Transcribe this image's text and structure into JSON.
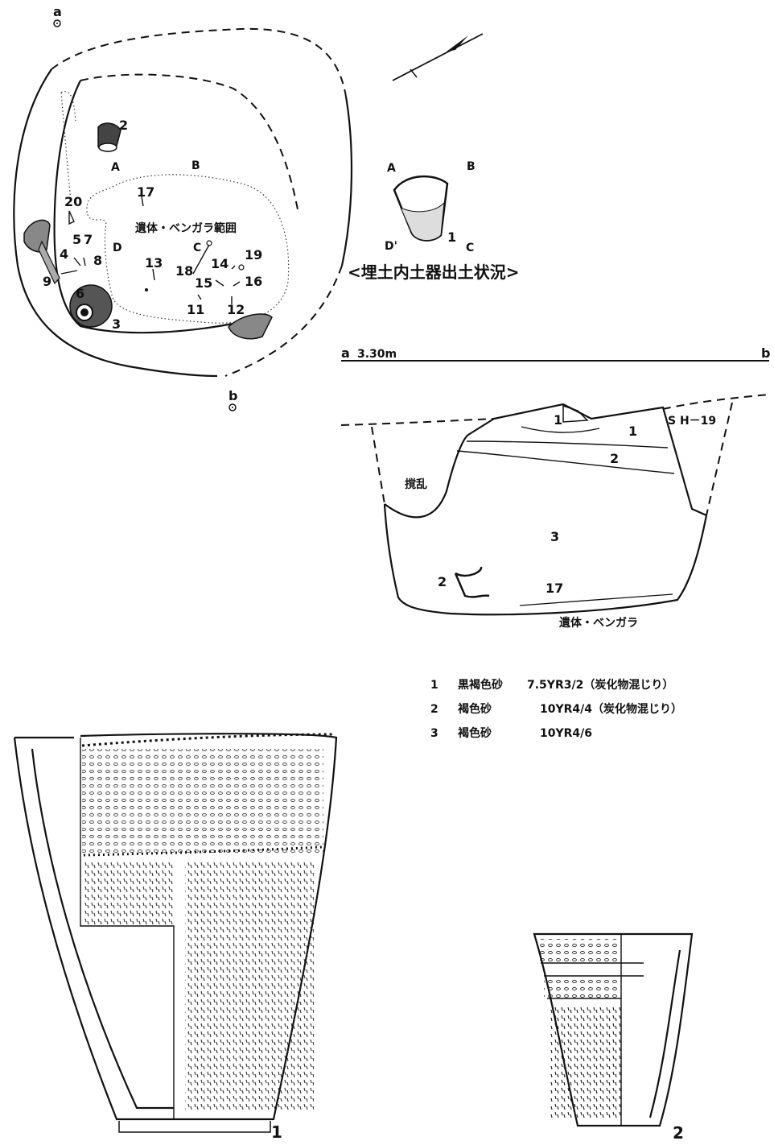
{
  "plan": {
    "point_a": "a",
    "point_b": "b",
    "section_marks": [
      "A",
      "B",
      "C",
      "D"
    ],
    "area_label": "遺体・ベンガラ範囲",
    "artifact_numbers": [
      "2",
      "3",
      "4",
      "5",
      "6",
      "7",
      "8",
      "9",
      "11",
      "12",
      "13",
      "14",
      "15",
      "16",
      "17",
      "18",
      "19",
      "20"
    ]
  },
  "inset": {
    "section_marks": [
      "A",
      "B",
      "C",
      "D'"
    ],
    "item_number": "1",
    "caption": "<埋土内土器出土状況>"
  },
  "section": {
    "left_point": "a",
    "elevation": "3.30m",
    "right_point": "b",
    "feature": "S H－19",
    "disturbed": "撹乱",
    "layers": [
      "1",
      "2",
      "3"
    ],
    "finds": [
      "1",
      "2",
      "17"
    ],
    "bottom_label": "遺体・ベンガラ"
  },
  "legend": [
    {
      "num": "1",
      "soil": "黒褐色砂",
      "munsell": "7.5YR3/2（炭化物混じり）"
    },
    {
      "num": "2",
      "soil": "褐色砂",
      "munsell": "10YR4/4（炭化物混じり）"
    },
    {
      "num": "3",
      "soil": "褐色砂",
      "munsell": "10YR4/6"
    }
  ],
  "pottery": [
    {
      "number": "1"
    },
    {
      "number": "2"
    }
  ]
}
